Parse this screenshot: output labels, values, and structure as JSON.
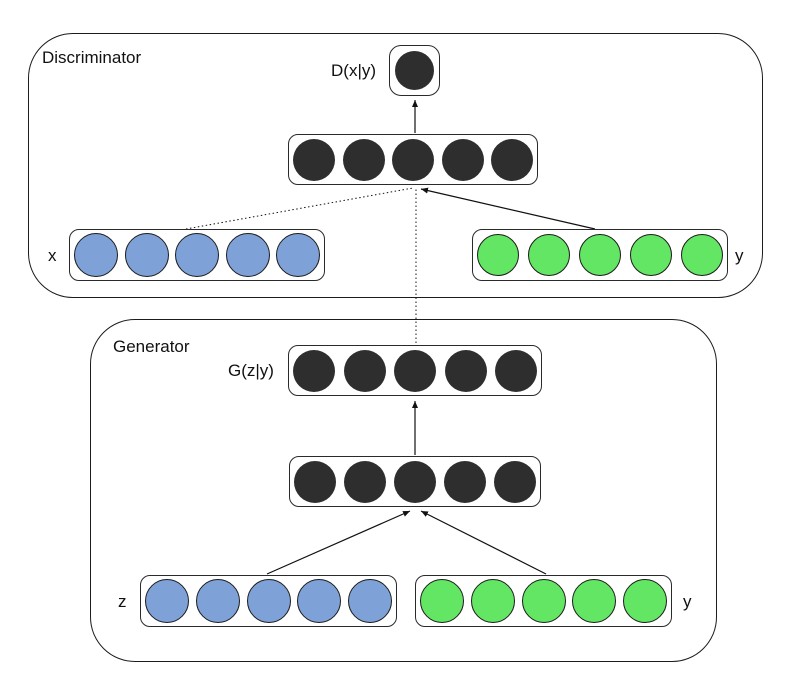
{
  "colors": {
    "node_dark": "#2e2e2e",
    "node_blue": "#7ea1d7",
    "node_green": "#63e664",
    "line": "#111111"
  },
  "discriminator": {
    "title": "Discriminator",
    "output_label": "D(x|y)",
    "layers": {
      "output": {
        "count": 1,
        "color": "node_dark"
      },
      "hidden": {
        "count": 5,
        "color": "node_dark"
      },
      "input_x": {
        "label": "x",
        "count": 5,
        "color": "node_blue"
      },
      "input_y": {
        "label": "y",
        "count": 5,
        "color": "node_green"
      }
    }
  },
  "generator": {
    "title": "Generator",
    "output_label": "G(z|y)",
    "layers": {
      "output": {
        "count": 5,
        "color": "node_dark"
      },
      "hidden": {
        "count": 5,
        "color": "node_dark"
      },
      "input_z": {
        "label": "z",
        "count": 5,
        "color": "node_blue"
      },
      "input_y": {
        "label": "y",
        "count": 5,
        "color": "node_green"
      }
    }
  }
}
